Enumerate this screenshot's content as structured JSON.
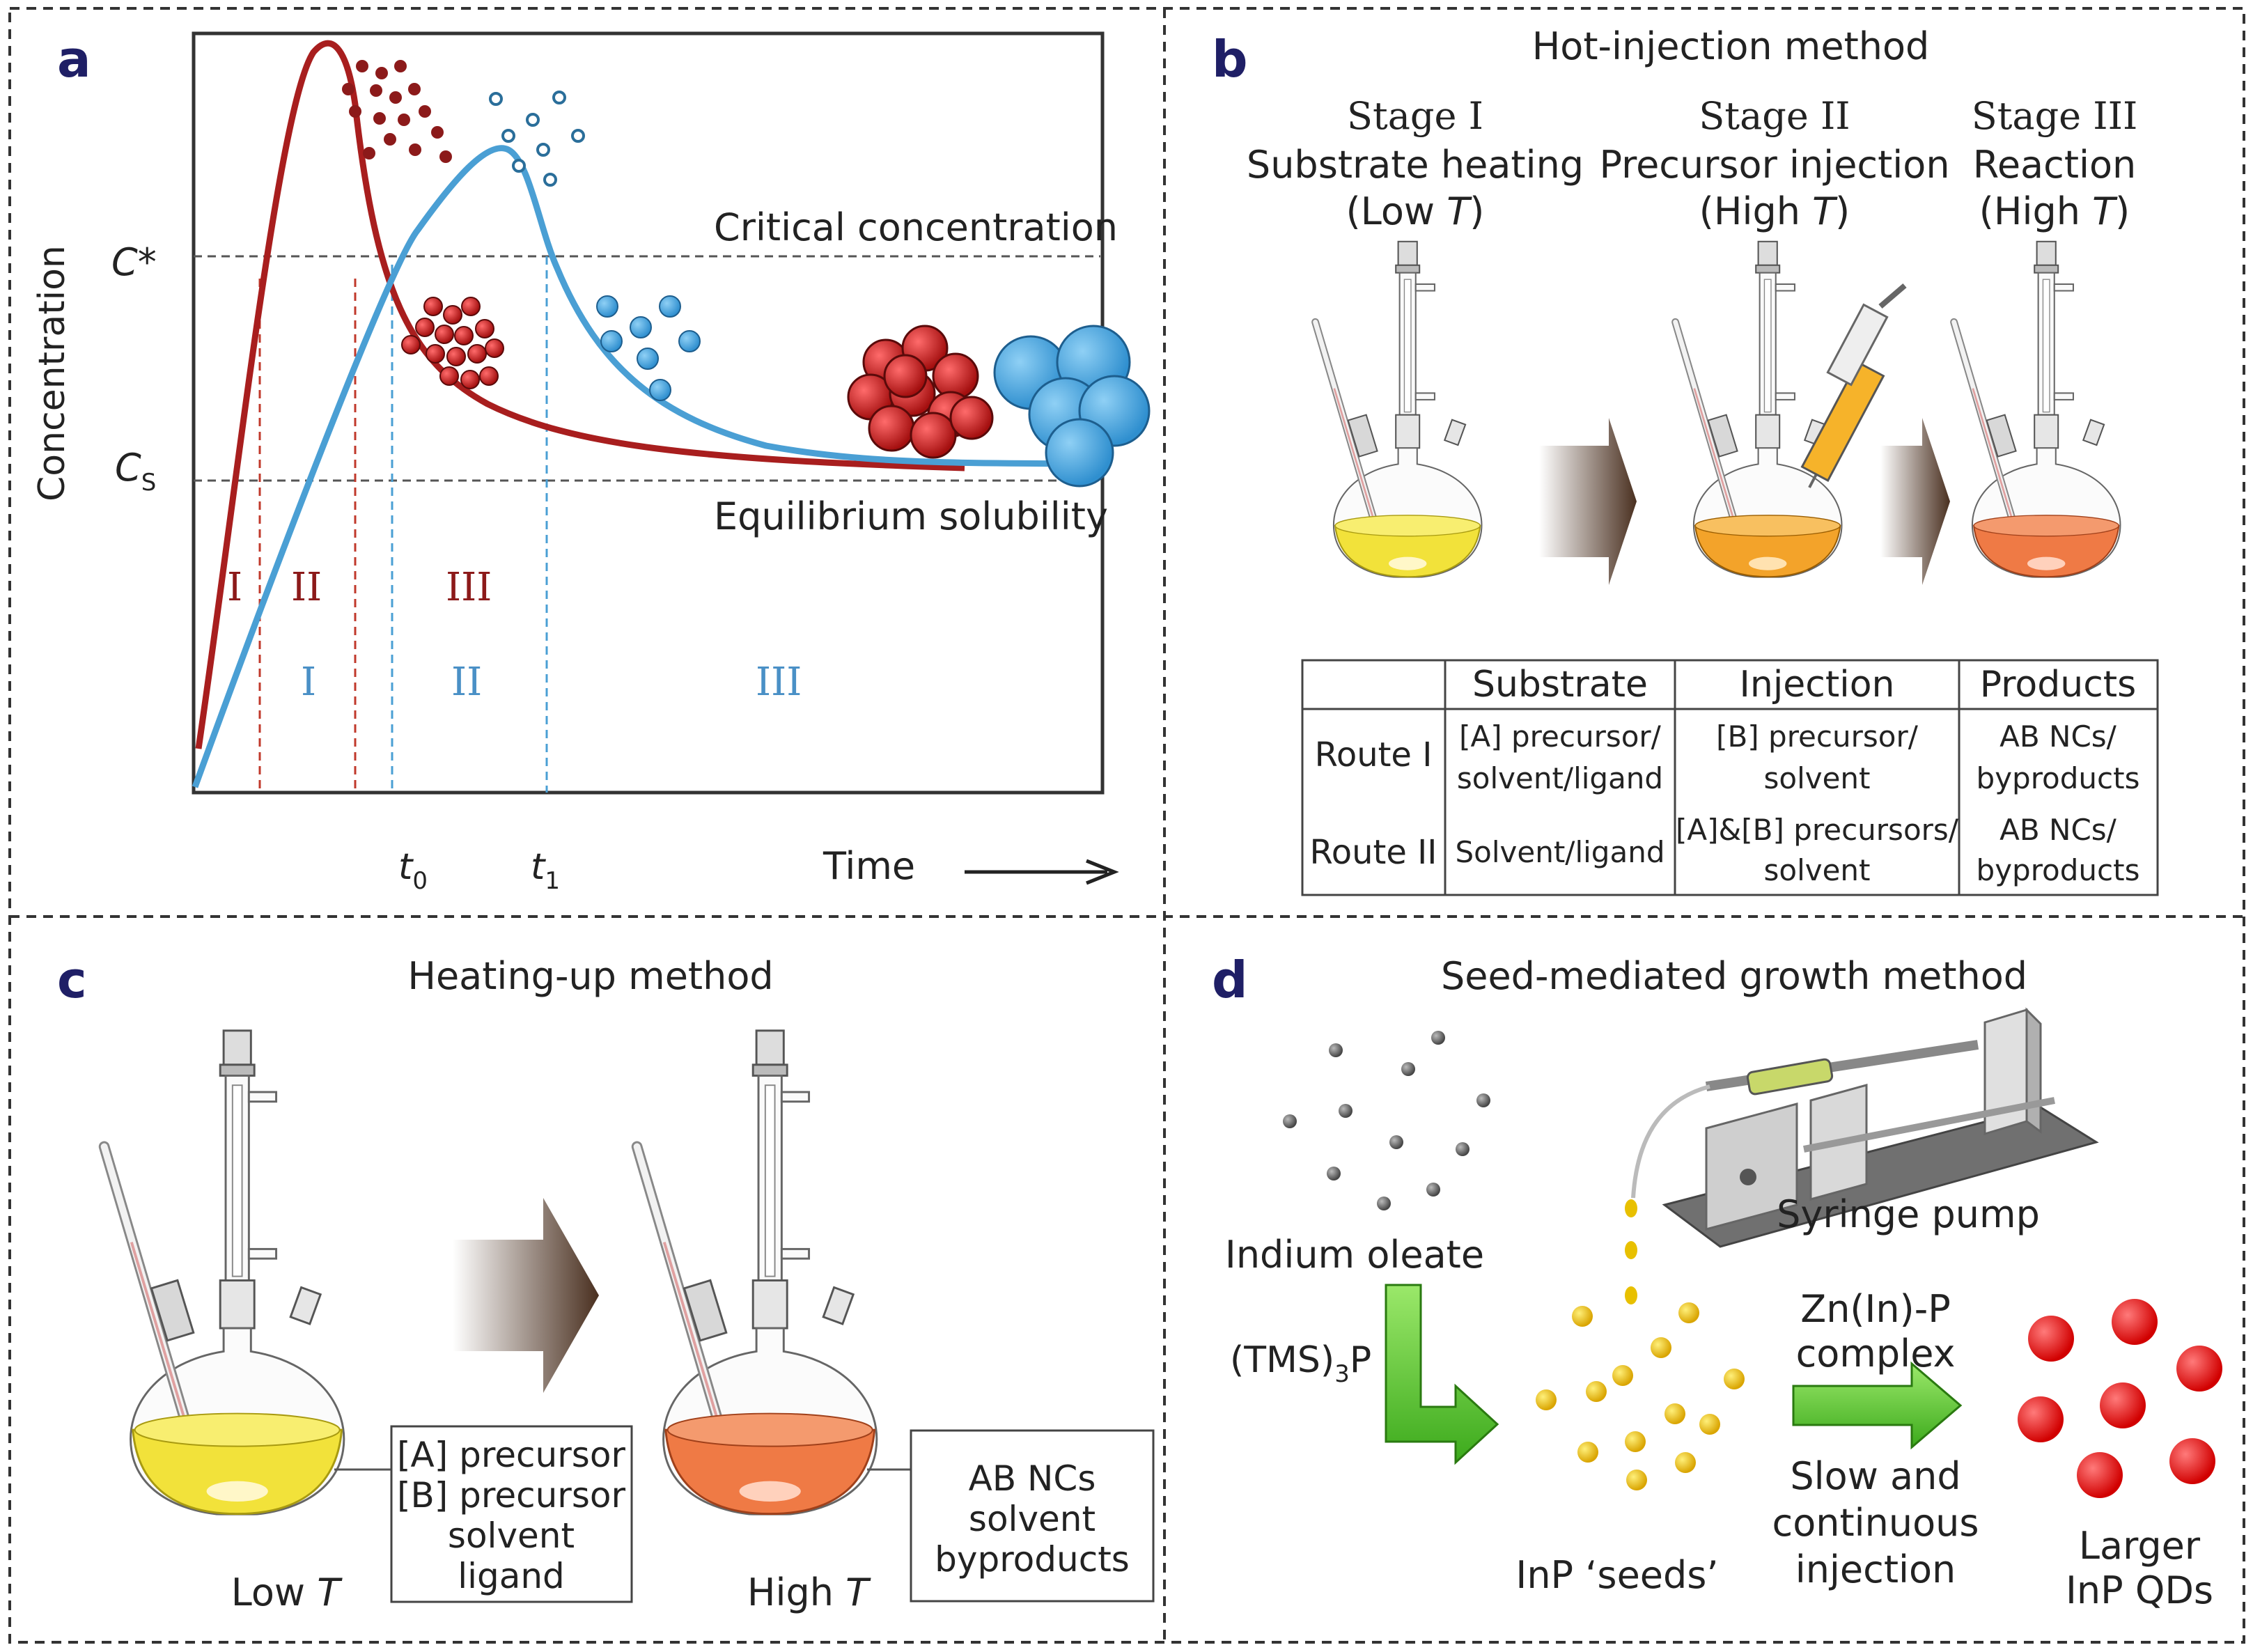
{
  "panels": {
    "a": {
      "letter": "a",
      "y_axis_label": "Concentration",
      "c_star_label": "C*",
      "cs_label": "C",
      "cs_subscript": "S",
      "critical_label": "Critical concentration",
      "equilibrium_label": "Equilibrium solubility",
      "time_label": "Time",
      "t0_label": "t",
      "t0_sub": "0",
      "t1_label": "t",
      "t1_sub": "1",
      "red_stages": [
        "I",
        "II",
        "III"
      ],
      "blue_stages": [
        "I",
        "II",
        "III"
      ],
      "colors": {
        "red": "#a81e1e",
        "blue": "#4a9fd4"
      }
    },
    "b": {
      "letter": "b",
      "title": "Hot-injection method",
      "stages": [
        {
          "name": "Stage I",
          "desc": "Substrate heating",
          "cond_open": "(Low ",
          "cond_T": "T",
          "cond_close": ")"
        },
        {
          "name": "Stage II",
          "desc": "Precursor injection",
          "cond_open": "(High ",
          "cond_T": "T",
          "cond_close": ")"
        },
        {
          "name": "Stage III",
          "desc": "Reaction",
          "cond_open": "(High ",
          "cond_T": "T",
          "cond_close": ")"
        }
      ],
      "table": {
        "headers": [
          "",
          "Substrate",
          "Injection",
          "Products"
        ],
        "rows": [
          {
            "label": "Route I",
            "substrate": [
              "[A] precursor/",
              "solvent/ligand"
            ],
            "injection": [
              "[B] precursor/",
              "solvent"
            ],
            "products": [
              "AB NCs/",
              "byproducts"
            ]
          },
          {
            "label": "Route II",
            "substrate": [
              "Solvent/ligand"
            ],
            "injection": [
              "[A]&[B] precursors/",
              "solvent"
            ],
            "products": [
              "AB NCs/",
              "byproducts"
            ]
          }
        ]
      },
      "flask_colors": [
        "#f2e23a",
        "#f3a32a",
        "#ef7a45"
      ]
    },
    "c": {
      "letter": "c",
      "title": "Heating-up method",
      "left_box": [
        "[A] precursor",
        "[B] precursor",
        "solvent",
        "ligand"
      ],
      "right_box": [
        "AB NCs",
        "solvent",
        "byproducts"
      ],
      "left_temp_prefix": "Low ",
      "left_temp_T": "T",
      "right_temp_prefix": "High ",
      "right_temp_T": "T"
    },
    "d": {
      "letter": "d",
      "title": "Seed-mediated growth method",
      "indium_label": "Indium oleate",
      "tms_label": "(TMS)",
      "tms_sub": "3",
      "tms_p": "P",
      "syringe_label": "Syringe pump",
      "complex_lines": [
        "Zn(In)-P",
        "complex"
      ],
      "injection_lines": [
        "Slow and",
        "continuous",
        "injection"
      ],
      "seeds_label": "InP ‘seeds’",
      "qd_lines": [
        "Larger",
        "InP QDs"
      ]
    }
  }
}
